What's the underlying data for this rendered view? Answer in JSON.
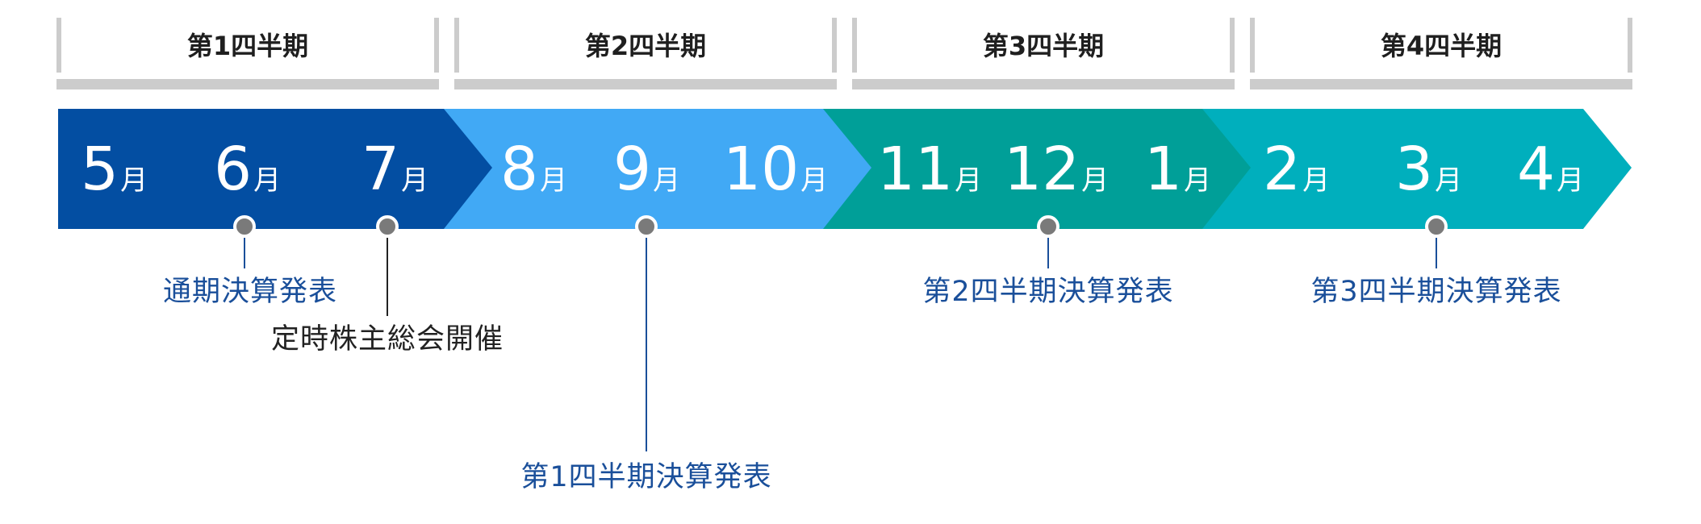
{
  "quarters": [
    {
      "label": "第1四半期",
      "color": "#034ea2"
    },
    {
      "label": "第2四半期",
      "color": "#41a9f5"
    },
    {
      "label": "第3四半期",
      "color": "#009f98"
    },
    {
      "label": "第4四半期",
      "color": "#00afbd"
    }
  ],
  "month_suffix": "月",
  "months": [
    "5",
    "6",
    "7",
    "8",
    "9",
    "10",
    "11",
    "12",
    "1",
    "2",
    "3",
    "4"
  ],
  "events": [
    {
      "label": "通期決算発表",
      "month": "6",
      "style": "blue"
    },
    {
      "label": "定時株主総会開催",
      "month": "7",
      "style": "dark"
    },
    {
      "label": "第1四半期決算発表",
      "month": "9",
      "style": "blue"
    },
    {
      "label": "第2四半期決算発表",
      "month": "12",
      "style": "blue"
    },
    {
      "label": "第3四半期決算発表",
      "month": "3",
      "style": "blue"
    }
  ],
  "colors": {
    "bracket": "#cccccc",
    "marker": "#7a7a7a",
    "leader_blue": "#1a4f9a",
    "leader_dark": "#222222"
  }
}
